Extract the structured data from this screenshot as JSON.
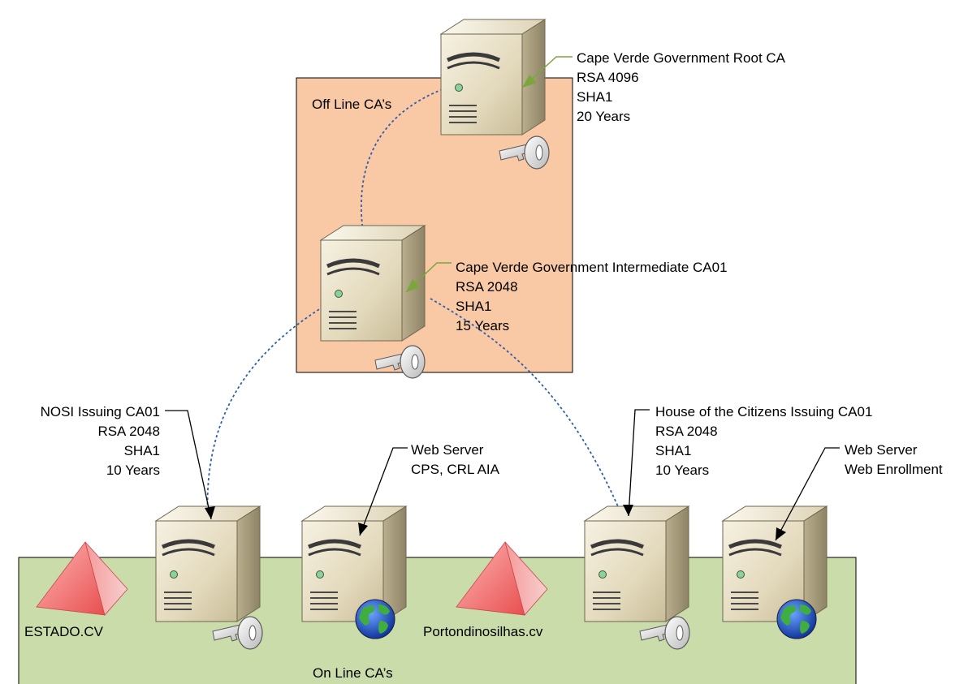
{
  "zones": {
    "offline": "Off Line CA’s",
    "online": "On Line CA’s"
  },
  "servers": {
    "root_ca": [
      "Cape Verde Government Root CA",
      "RSA 4096",
      "SHA1",
      "20 Years"
    ],
    "intermediate_ca": [
      "Cape Verde Government Intermediate CA01",
      "RSA 2048",
      "SHA1",
      "15 Years"
    ],
    "nosi_ca": [
      "NOSI Issuing CA01",
      "RSA 2048",
      "SHA1",
      "10 Years"
    ],
    "web_server_1": [
      "Web Server",
      "CPS, CRL AIA"
    ],
    "house_ca": [
      "House of the Citizens Issuing CA01",
      "RSA 2048",
      "SHA1",
      "10 Years"
    ],
    "web_server_2": [
      "Web Server",
      "Web Enrollment"
    ]
  },
  "domains": {
    "estado": "ESTADO.CV",
    "portondinosilhas": "Portondinosilhas.cv"
  },
  "colors": {
    "offline_zone": "#f9c9a6",
    "online_zone": "#cadcaa",
    "server_body": "#e9e1c8",
    "server_side": "#a99f83",
    "link_arrow": "#2e5ea8",
    "callout_green": "#7aa63c",
    "domain_red": "#f06b6b"
  },
  "icons": {
    "server": "server-tower-icon",
    "key": "key-icon",
    "globe": "globe-icon",
    "domain": "pyramid-domain-icon"
  }
}
